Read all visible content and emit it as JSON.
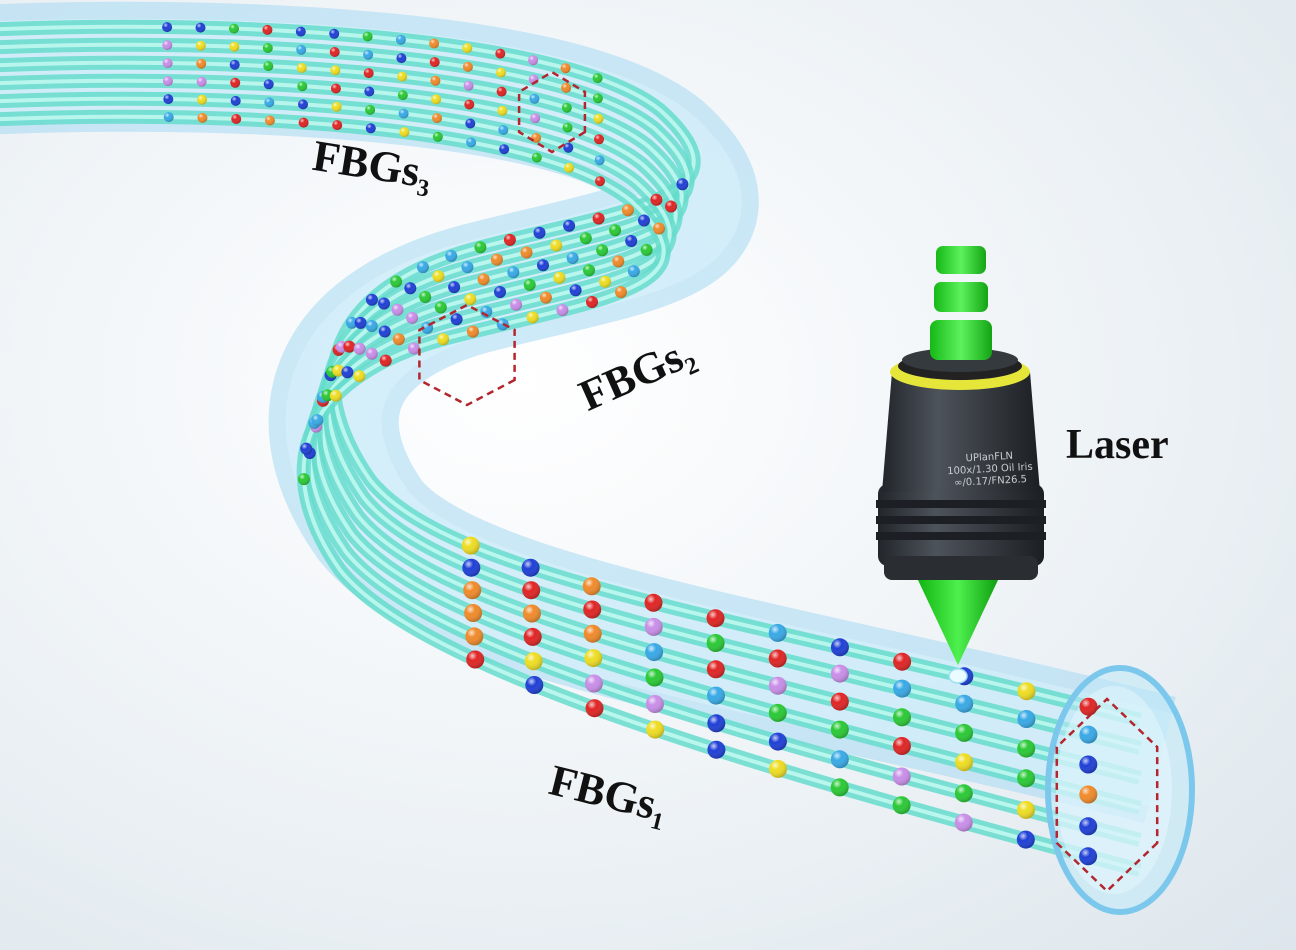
{
  "labels": {
    "fbgs3": {
      "main": "FBGs",
      "sub": "3"
    },
    "fbgs2": {
      "main": "FBGs",
      "sub": "2"
    },
    "fbgs1": {
      "main": "FBGs",
      "sub": "1"
    },
    "laser": "Laser"
  },
  "objective_lens": {
    "line1": "UPlanFLN",
    "line2": "100x/1.30 Oil Iris",
    "line3": "∞/0.17/FN26.5"
  },
  "colors": {
    "fiber": "#66dccd",
    "fiber_highlight": "#c9fbf4",
    "cladding": "#9fd4f2",
    "laser_green": "#22dd22",
    "lens_body": "#3b3f45",
    "lens_ring": "#e5e53a",
    "dot_palette": [
      "#2ac935",
      "#e02424",
      "#eedd22",
      "#1f3fd6",
      "#f08a2a",
      "#c98ee8",
      "#38a9e6"
    ],
    "hexagon_outline": "#b3262e"
  },
  "icons": [
    "fiber-bundle",
    "grating-dot",
    "objective-lens-icon",
    "laser-beam-cone",
    "hexagon-outline"
  ]
}
